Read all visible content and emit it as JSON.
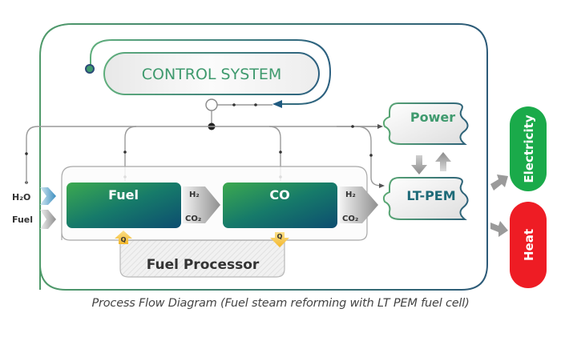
{
  "diagram": {
    "title": "Process Flow Diagram (Fuel steam reforming with LT PEM fuel cell)",
    "control_system": {
      "label": "CONTROL SYSTEM"
    },
    "inputs": [
      {
        "label": "H₂O",
        "arrow_color": "#5aa0c8"
      },
      {
        "label": "Fuel",
        "arrow_color": "#9a9a9a"
      }
    ],
    "fuel_processor": {
      "label": "Fuel Processor",
      "reactors": [
        {
          "label": "Fuel",
          "heat_label": "Q",
          "heat_direction": "in"
        },
        {
          "label": "CO",
          "heat_label": "Q",
          "heat_direction": "out"
        }
      ],
      "stream_labels": [
        {
          "top": "H₂",
          "bottom": "CO₂"
        },
        {
          "top": "H₂",
          "bottom": "CO₂"
        }
      ]
    },
    "power": {
      "label": "Power"
    },
    "fuel_cell": {
      "label": "LT-PEM"
    },
    "outputs": [
      {
        "label": "Electricity",
        "color": "#1aaa4a"
      },
      {
        "label": "Heat",
        "color": "#ee1c24"
      }
    ],
    "colors": {
      "accent_green": "#3f9a6e",
      "accent_blue": "#1f5a80",
      "reactor_start": "#3ca94f",
      "reactor_end": "#0d4d70",
      "heat_arrow": "#f5c53a"
    }
  }
}
